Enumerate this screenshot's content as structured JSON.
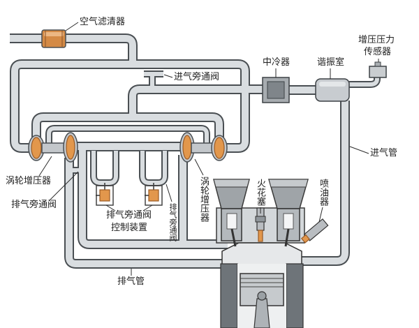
{
  "labels": {
    "air_filter": "空气滤清器",
    "intake_bypass_valve": "进气旁通阀",
    "intercooler": "中冷器",
    "resonance_chamber": "谐振室",
    "boost_pressure_sensor": {
      "line1": "增压压力",
      "line2": "传感器"
    },
    "intake_pipe": "进气管",
    "turbocharger_left": "涡轮增压器",
    "exhaust_bypass_valve_left": "排气旁通阀",
    "exhaust_bypass_valve_control": {
      "line1": "排气旁通阀",
      "line2": "控制装置"
    },
    "exhaust_bypass_valve_right": "排气旁通阀",
    "turbocharger_right": "涡轮增压器",
    "spark_plug": "火花塞",
    "fuel_injector": "喷油器",
    "exhaust_pipe": "排气管"
  },
  "colors": {
    "pipe_outline": "#4a4f53",
    "pipe_fill": "#d9dde0",
    "orange": "#e2974c",
    "text": "#1f1f1f"
  }
}
